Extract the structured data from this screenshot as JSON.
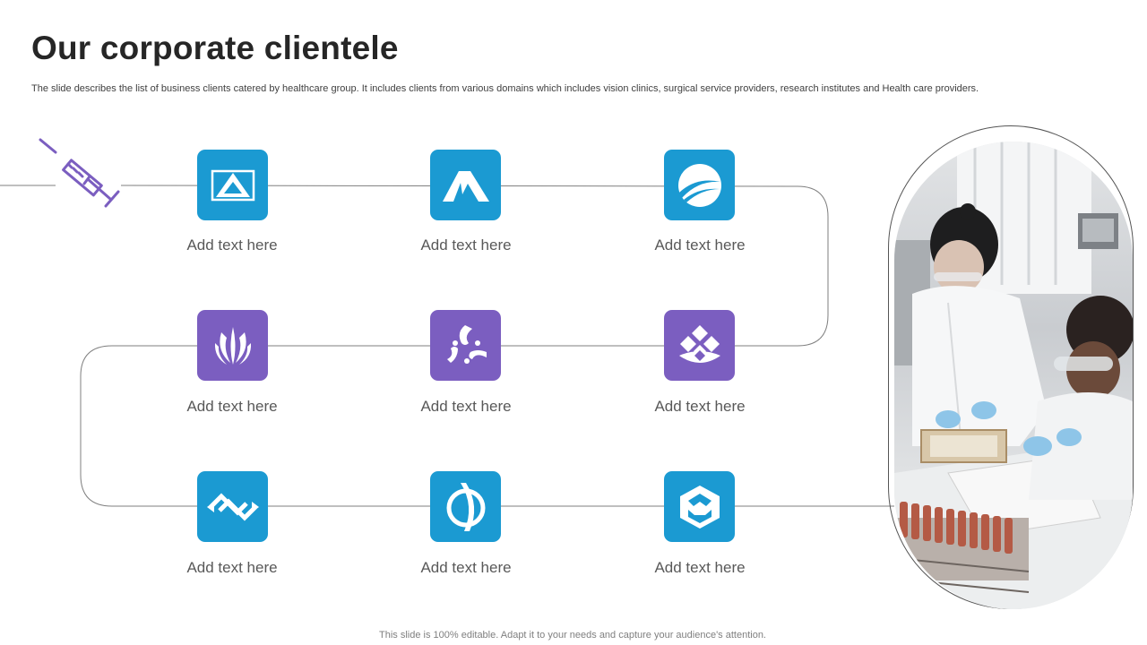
{
  "slide": {
    "title": "Our corporate clientele",
    "subtitle": "The slide describes the list of business clients catered by healthcare group. It includes clients from various domains which includes vision clinics, surgical service providers, research institutes and Health care providers.",
    "footer": "This slide is 100% editable. Adapt it to your needs and capture your audience's attention."
  },
  "colors": {
    "blue": "#1b9ad2",
    "purple": "#7b5ec0",
    "line": "#7f7f7f",
    "title": "#262626"
  },
  "icons": {
    "syringe": "syringe-icon",
    "photo": "lab-researchers-photo"
  },
  "clients": [
    {
      "label": "Add text here",
      "icon": "triangle-frame-logo",
      "color": "blue"
    },
    {
      "label": "Add text here",
      "icon": "double-peak-logo",
      "color": "blue"
    },
    {
      "label": "Add text here",
      "icon": "swoosh-circle-logo",
      "color": "blue"
    },
    {
      "label": "Add text here",
      "icon": "flame-leaves-logo",
      "color": "purple"
    },
    {
      "label": "Add text here",
      "icon": "triskelion-logo",
      "color": "purple"
    },
    {
      "label": "Add text here",
      "icon": "diamond-cluster-logo",
      "color": "purple"
    },
    {
      "label": "Add text here",
      "icon": "interlocked-arrows-logo",
      "color": "blue"
    },
    {
      "label": "Add text here",
      "icon": "slashed-circle-logo",
      "color": "blue"
    },
    {
      "label": "Add text here",
      "icon": "hexagon-box-logo",
      "color": "blue"
    }
  ]
}
